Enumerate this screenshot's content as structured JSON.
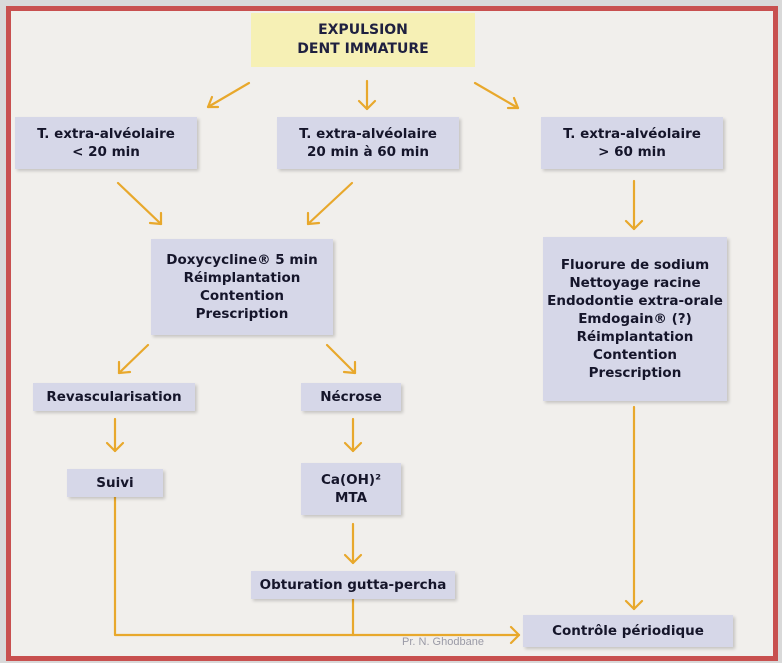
{
  "title": {
    "line1": "EXPULSION",
    "line2": "DENT IMMATURE"
  },
  "time_branches": [
    {
      "line1": "T. extra-alvéolaire",
      "line2": "< 20 min"
    },
    {
      "line1": "T. extra-alvéolaire",
      "line2": "20 min à 60 min"
    },
    {
      "line1": "T. extra-alvéolaire",
      "line2": "> 60 min"
    }
  ],
  "short_protocol": [
    "Doxycycline® 5 min",
    "Réimplantation",
    "Contention",
    "Prescription"
  ],
  "long_protocol": [
    "Fluorure de sodium",
    "Nettoyage racine",
    "Endodontie extra-orale",
    "Emdogain® (?)",
    "Réimplantation",
    "Contention",
    "Prescription"
  ],
  "outcomes": {
    "revascularisation": "Revascularisation",
    "necrose": "Nécrose",
    "suivi": "Suivi",
    "caoh": "Ca(OH)²",
    "mta": "MTA",
    "obturation": "Obturation gutta-percha",
    "controle": "Contrôle périodique"
  },
  "credit": "Pr. N. Ghodbane",
  "colors": {
    "arrow": "#e8a82c",
    "box": "#d6d7e8",
    "title_box": "#f6f0b5",
    "frame": "#c8504f"
  }
}
